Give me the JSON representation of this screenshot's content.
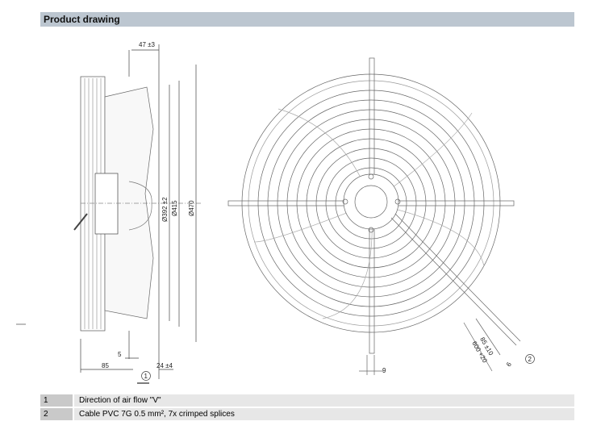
{
  "header": {
    "title": "Product drawing"
  },
  "dimensions": {
    "d47": "47 ±3",
    "d392": "Ø392 ±2",
    "d415": "Ø415",
    "d470": "Ø470",
    "d5": "5",
    "d85": "85",
    "d24": "24 ±4",
    "d9": "9",
    "d85c": "85 ±10",
    "d600": "600 +20",
    "d6": "6",
    "callout1": "1",
    "callout2": "2"
  },
  "legend": [
    {
      "num": "1",
      "text": "Direction of air flow \"V\""
    },
    {
      "num": "2",
      "text": "Cable PVC 7G 0.5 mm², 7x crimped splices"
    }
  ]
}
